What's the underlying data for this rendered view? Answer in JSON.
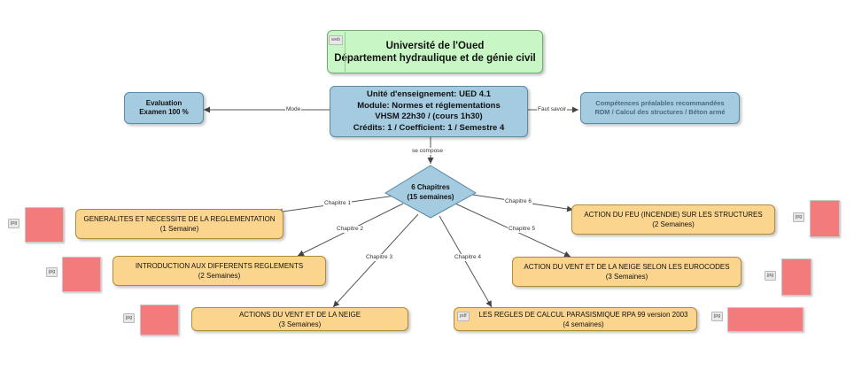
{
  "header": {
    "tag": "web",
    "line1": "Université de l'Oued",
    "line2": "Département hydraulique et de génie civil"
  },
  "central": {
    "lines": [
      "Unité d'enseignement: UED 4.1",
      "Module: Normes et réglementations",
      "VHSM 22h30 / (cours 1h30)",
      "Crédits: 1 / Coefficient: 1 / Semestre 4"
    ]
  },
  "evaluation": {
    "line1": "Evaluation",
    "line2": "Examen 100 %"
  },
  "competences": {
    "line1": "Compétences préalables recommandées",
    "line2": "RDM / Calcul des structures / Béton armé"
  },
  "chapitres": {
    "line1": "6 Chapitres",
    "line2": "(15 semaines)"
  },
  "edge_labels": {
    "mode": "Mode",
    "faut_savoir": "Faut savoir",
    "se_compose": "se compose",
    "c1": "Chapitre 1",
    "c2": "Chapitre 2",
    "c3": "Chapitre 3",
    "c4": "Chapitre 4",
    "c5": "Chapitre 5",
    "c6": "Chapitre 6"
  },
  "chapters": {
    "c1": {
      "title": "GENERALITES ET NECESSITE DE LA REGLEMENTATION",
      "duration": "(1 Semaine)"
    },
    "c2": {
      "title": "INTRODUCTION AUX DIFFERENTS REGLEMENTS",
      "duration": "(2 Semaines)"
    },
    "c3": {
      "title": "ACTIONS DU VENT ET DE LA NEIGE",
      "duration": "(3 Semaines)"
    },
    "c4": {
      "title": "LES REGLES DE CALCUL PARASISMIQUE RPA 99 version 2003",
      "duration": "(4 semaines)",
      "tag": "pdf"
    },
    "c5": {
      "title": "ACTION DU VENT ET DE LA NEIGE SELON LES EUROCODES",
      "duration": "(3 Semaines)"
    },
    "c6": {
      "title": "ACTION DU FEU (INCENDIE) SUR LES STRUCTURES",
      "duration": "(2 Semaines)"
    }
  },
  "attachments": {
    "a1": "jpg",
    "a2": "jpg",
    "a3": "jpg",
    "a4": "jpg",
    "a5": "jpg",
    "a6": "jpg"
  },
  "colors": {
    "header_fill": "#c8f7c5",
    "blue_fill": "#a5cbe0",
    "orange_fill": "#fbd58d",
    "thumbnail": "#f47b7b",
    "connector": "#555555"
  }
}
